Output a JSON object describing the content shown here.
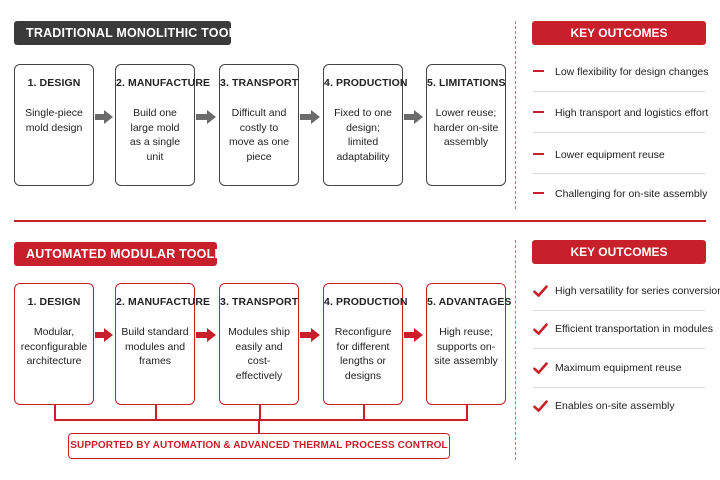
{
  "traditional": {
    "header": "TRADITIONAL MONOLITHIC TOOLING",
    "steps": [
      {
        "title": "1. DESIGN",
        "desc": "Single-piece mold design"
      },
      {
        "title": "2. MANUFACTURE",
        "desc": "Build one large mold as a single unit"
      },
      {
        "title": "3. TRANSPORT",
        "desc": "Difficult and costly to move as one piece"
      },
      {
        "title": "4. PRODUCTION",
        "desc": "Fixed to one design; limited adaptability"
      },
      {
        "title": "5. LIMITATIONS",
        "desc": "Lower reuse; harder on-site assembly"
      }
    ],
    "outcomes_header": "KEY OUTCOMES",
    "outcomes": [
      "Low flexibility for design changes",
      "High transport and logistics effort",
      "Lower equipment reuse",
      "Challenging for on-site assembly"
    ]
  },
  "modular": {
    "header": "AUTOMATED MODULAR TOOLING",
    "steps": [
      {
        "title": "1. DESIGN",
        "desc": "Modular, reconfigurable architecture"
      },
      {
        "title": "2. MANUFACTURE",
        "desc": "Build standard modules and frames"
      },
      {
        "title": "3. TRANSPORT",
        "desc": "Modules ship easily and cost-effectively"
      },
      {
        "title": "4. PRODUCTION",
        "desc": "Reconfigure for different lengths or designs"
      },
      {
        "title": "5. ADVANTAGES",
        "desc": "High reuse; supports on-site assembly"
      }
    ],
    "outcomes_header": "KEY OUTCOMES",
    "outcomes": [
      "High versatility for series conversion",
      "Efficient transportation in modules",
      "Maximum equipment reuse",
      "Enables on-site assembly"
    ],
    "support_banner": "SUPPORTED BY AUTOMATION & ADVANCED THERMAL PROCESS CONTROL"
  },
  "colors": {
    "accent": "#c8202a",
    "dark": "#3a3a3a",
    "arrow_gray": "#6b6b6b"
  },
  "icons": {
    "traditional_bullet": "red-dash-icon",
    "modular_bullet": "red-checkmark-icon",
    "flow_arrow": "arrow-right-icon"
  }
}
